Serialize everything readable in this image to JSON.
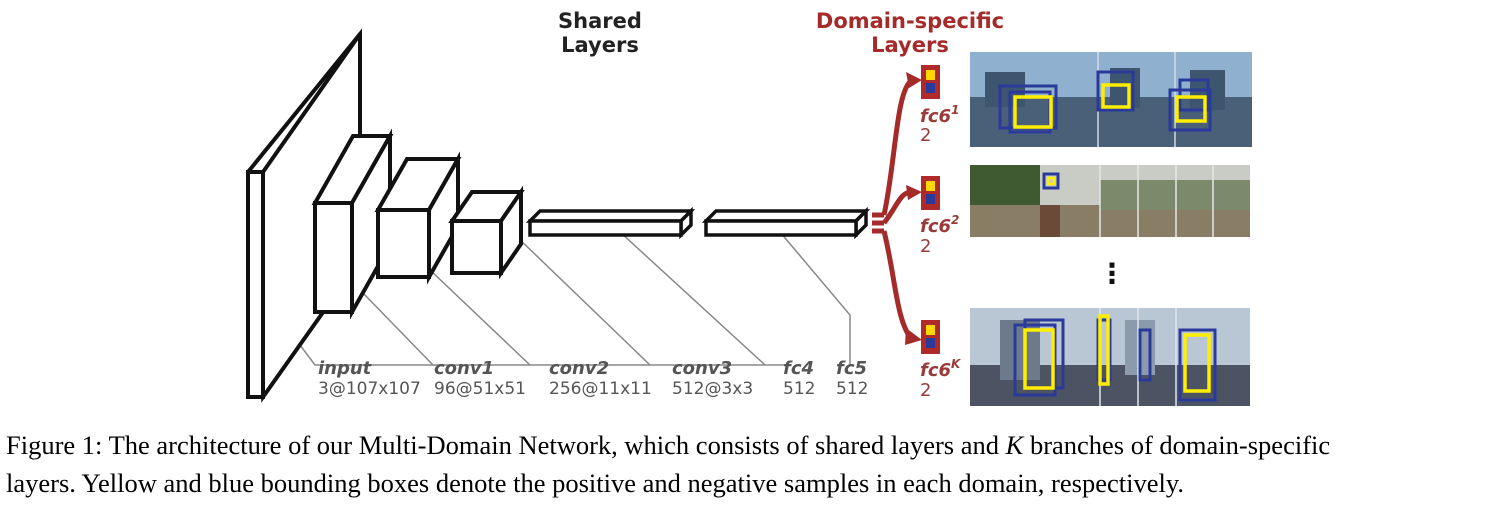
{
  "headers": {
    "shared_l1": "Shared",
    "shared_l2": "Layers",
    "domain_l1": "Domain-specific",
    "domain_l2": "Layers"
  },
  "layers": [
    {
      "name": "input",
      "dim": "3@107x107"
    },
    {
      "name": "conv1",
      "dim": "96@51x51"
    },
    {
      "name": "conv2",
      "dim": "256@11x11"
    },
    {
      "name": "conv3",
      "dim": "512@3x3"
    },
    {
      "name": "fc4",
      "dim": "512"
    },
    {
      "name": "fc5",
      "dim": "512"
    }
  ],
  "branches": [
    {
      "name": "fc6",
      "sup": "1",
      "dim": "2"
    },
    {
      "name": "fc6",
      "sup": "2",
      "dim": "2"
    },
    {
      "name": "fc6",
      "sup": "K",
      "dim": "2"
    }
  ],
  "vertical_ellipsis": "⋮",
  "caption": {
    "line1_a": "Figure 1: The architecture of our Multi-Domain Network, which consists of shared layers and ",
    "line1_k": "K",
    "line1_b": " branches of domain-specific",
    "line2": "layers. Yellow and blue bounding boxes denote the positive and negative samples in each domain, respectively."
  },
  "colors": {
    "domain_red": "#a52a2a",
    "positive_box": "#ffee00",
    "negative_box": "#2a3a9a",
    "leader_gray": "#888888"
  }
}
